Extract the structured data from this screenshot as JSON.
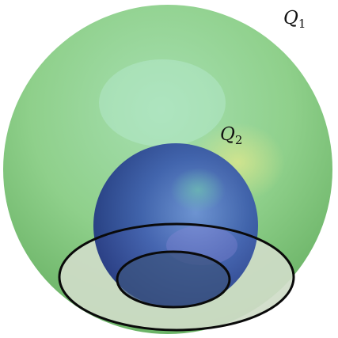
{
  "labels": {
    "outer_sphere": {
      "main": "Q",
      "sub": "1"
    },
    "inner_sphere": {
      "main": "Q",
      "sub": "2"
    }
  },
  "colors": {
    "outer_sphere_light": "#a6dfb0",
    "outer_sphere_mid": "#8fd08b",
    "outer_sphere_edge": "#67b062",
    "inner_sphere_light": "#6a8fd6",
    "inner_sphere_mid": "#3b5cae",
    "inner_sphere_edge": "#1f3480",
    "outer_disk_fill": "#cfdcc8",
    "inner_disk_fill": "#3c547f",
    "outline": "#0a0a0a"
  }
}
